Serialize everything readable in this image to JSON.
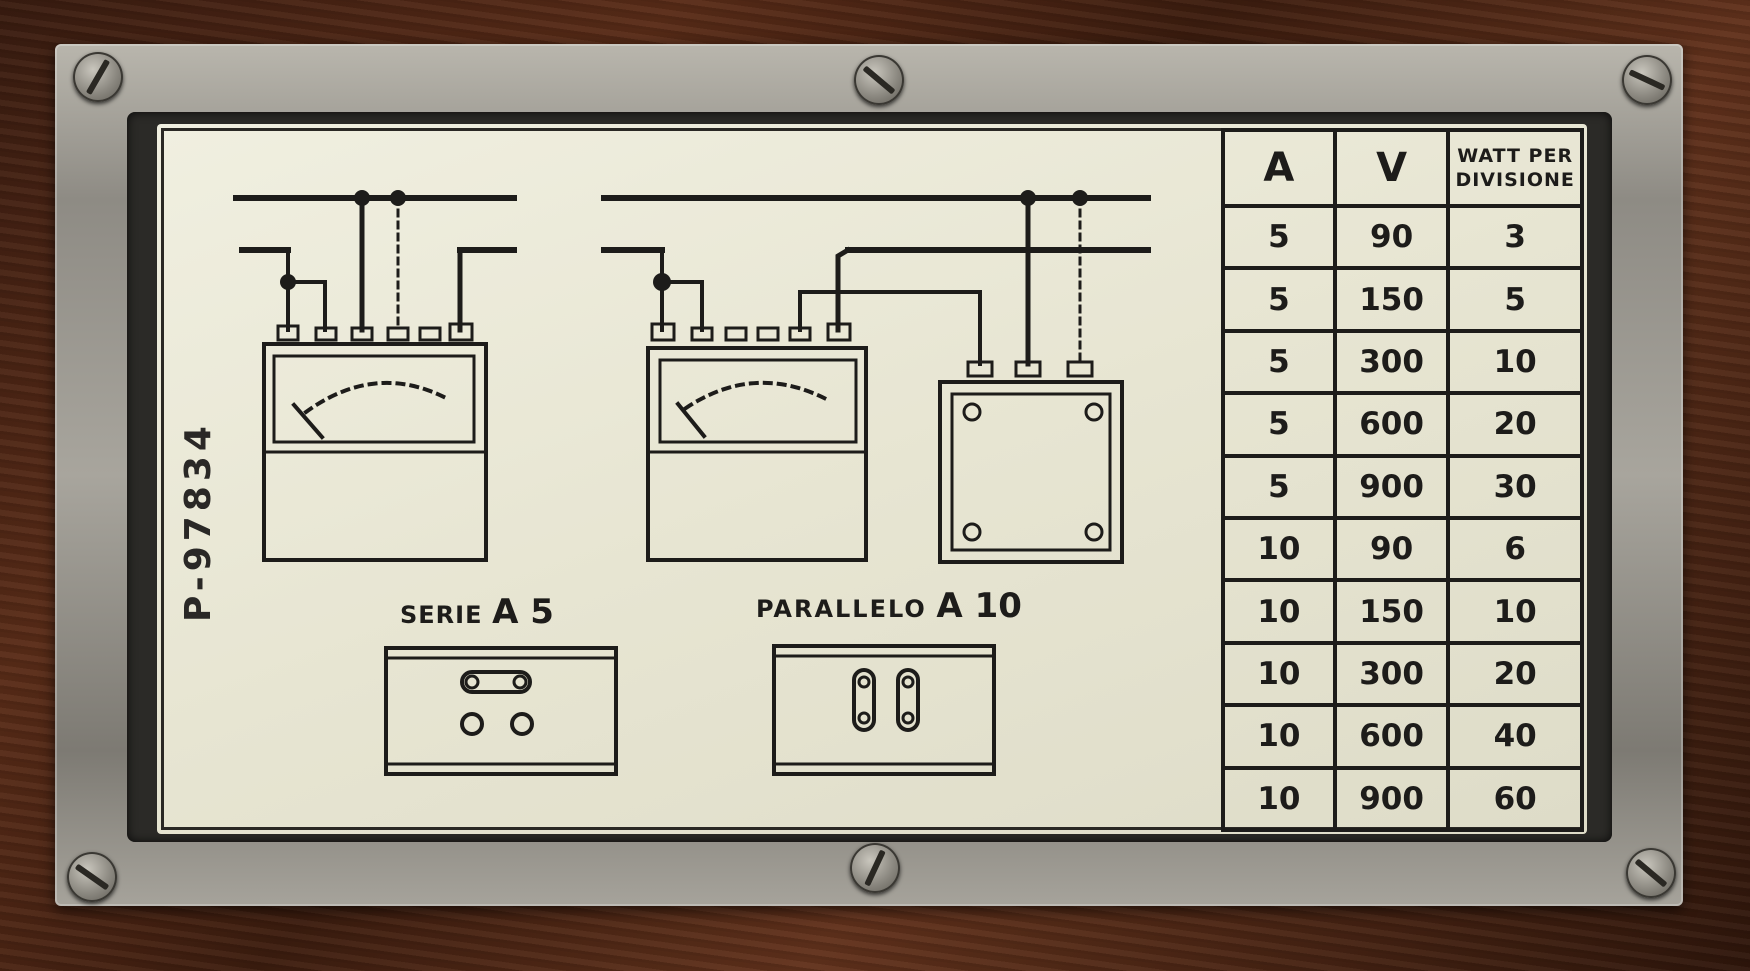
{
  "serial_number": "P-97834",
  "diagram": {
    "series_label": "SERIE",
    "series_a_label": "A 5",
    "parallel_label": "PARALLELO",
    "parallel_a_label": "A 10"
  },
  "table": {
    "headers": [
      "A",
      "V",
      "WATT PER DIVISIONE"
    ],
    "header_watt_line1": "WATT PER",
    "header_watt_line2": "DIVISIONE",
    "rows": [
      [
        "5",
        "90",
        "3"
      ],
      [
        "5",
        "150",
        "5"
      ],
      [
        "5",
        "300",
        "10"
      ],
      [
        "5",
        "600",
        "20"
      ],
      [
        "5",
        "900",
        "30"
      ],
      [
        "10",
        "90",
        "6"
      ],
      [
        "10",
        "150",
        "10"
      ],
      [
        "10",
        "300",
        "20"
      ],
      [
        "10",
        "600",
        "40"
      ],
      [
        "10",
        "900",
        "60"
      ]
    ]
  },
  "colors": {
    "plate": "#e7e5d2",
    "ink": "#1d1c1a",
    "metal": "#a6a39b",
    "wood": "#4a2414"
  }
}
